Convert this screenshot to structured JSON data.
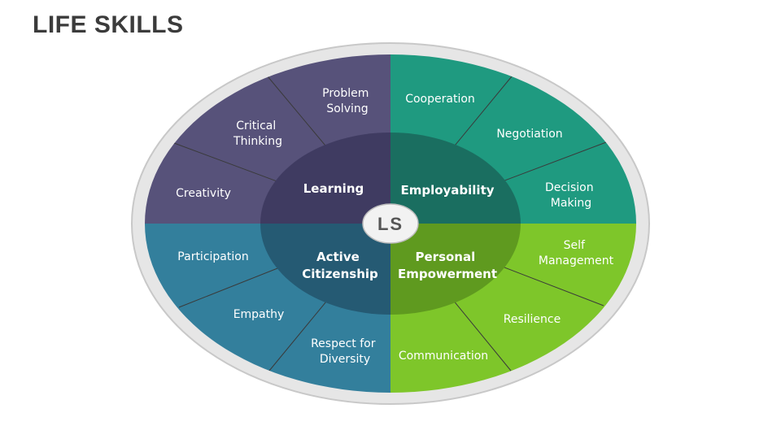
{
  "title": "LIFE SKILLS",
  "center_label": "LS",
  "colors": {
    "learning": "#57527a",
    "learning_core": "#3f3b61",
    "employability": "#1f9a80",
    "employability_core": "#1a6e60",
    "citizenship": "#337f9c",
    "citizenship_core": "#255a73",
    "empowerment": "#7ec62a",
    "empowerment_core": "#5f9a1f",
    "ring": "#d4d4d4",
    "divider": "#3a3a3a"
  },
  "quadrants": {
    "learning": {
      "core": [
        "Learning"
      ],
      "skills": [
        [
          "Problem",
          "Solving"
        ],
        [
          "Critical",
          "Thinking"
        ],
        [
          "Creativity"
        ]
      ]
    },
    "employability": {
      "core": [
        "Employability"
      ],
      "skills": [
        [
          "Cooperation"
        ],
        [
          "Negotiation"
        ],
        [
          "Decision",
          "Making"
        ]
      ]
    },
    "citizenship": {
      "core": [
        "Active",
        "Citizenship"
      ],
      "skills": [
        [
          "Participation"
        ],
        [
          "Empathy"
        ],
        [
          "Respect for",
          "Diversity"
        ]
      ]
    },
    "empowerment": {
      "core": [
        "Personal",
        "Empowerment"
      ],
      "skills": [
        [
          "Self",
          "Management"
        ],
        [
          "Resilience"
        ],
        [
          "Communication"
        ]
      ]
    }
  }
}
